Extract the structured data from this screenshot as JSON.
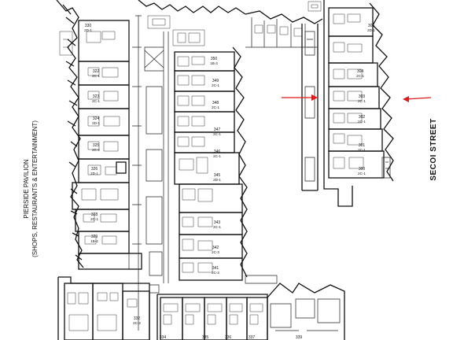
{
  "labels": {
    "pavilion_line1": "PIERSIDE PAVILION",
    "pavilion_line2": "(SHOPS, RESTAURANTS & ENTERTAINMENT)",
    "street": "SECOI STREET"
  },
  "colors": {
    "arrow": "#e0191b",
    "lines": "#111111"
  },
  "units": [
    {
      "number": "330",
      "type": "2D-1"
    },
    {
      "number": "322",
      "type": "2C-1"
    },
    {
      "number": "323",
      "type": "2C-1"
    },
    {
      "number": "324",
      "type": "2D-1"
    },
    {
      "number": "325",
      "type": "2C-2"
    },
    {
      "number": "326",
      "type": "2D-1"
    },
    {
      "number": "328",
      "type": "2C-1"
    },
    {
      "number": "329",
      "type": "1B-4"
    },
    {
      "number": "350",
      "type": "1B-3"
    },
    {
      "number": "349",
      "type": "2C-1"
    },
    {
      "number": "348",
      "type": "2C-1"
    },
    {
      "number": "347",
      "type": "2C-1"
    },
    {
      "number": "346",
      "type": "2C-1"
    },
    {
      "number": "345",
      "type": "2D-1"
    },
    {
      "number": "343",
      "type": "2C-1"
    },
    {
      "number": "342",
      "type": "2C-3"
    },
    {
      "number": "341",
      "type": "2C-2"
    },
    {
      "number": "332",
      "type": "2C-2"
    },
    {
      "number": "306",
      "type": "2D-1"
    },
    {
      "number": "304",
      "type": "2C-1"
    },
    {
      "number": "303",
      "type": "2C-1"
    },
    {
      "number": "302",
      "type": "2C-1"
    },
    {
      "number": "301",
      "type": "2C-1"
    },
    {
      "number": "300",
      "type": "2C-1"
    },
    {
      "number": "334",
      "type": ""
    },
    {
      "number": "335",
      "type": ""
    },
    {
      "number": "336",
      "type": ""
    },
    {
      "number": "337",
      "type": ""
    },
    {
      "number": "339",
      "type": ""
    }
  ]
}
